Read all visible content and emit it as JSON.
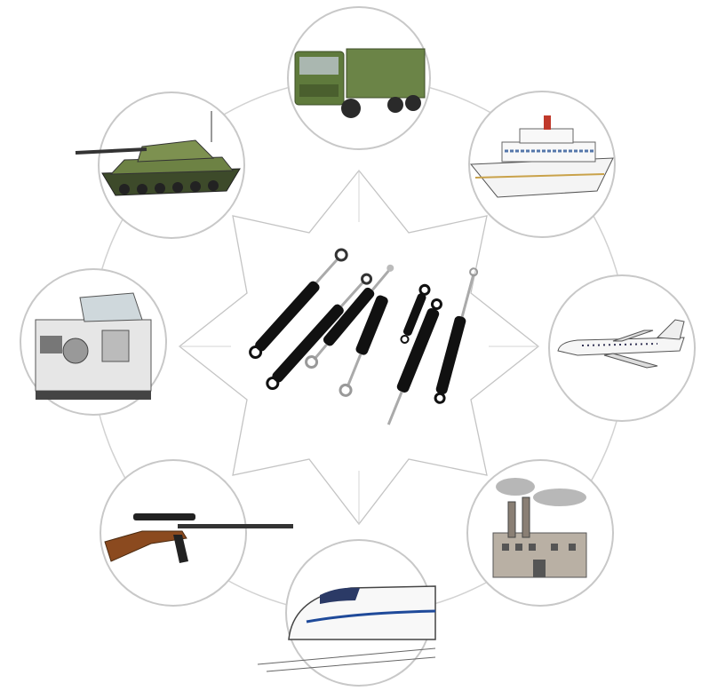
{
  "diagram": {
    "center": {
      "icon": "gas-springs-icon",
      "count": 7
    },
    "applications": [
      {
        "id": "truck",
        "icon": "military-truck-icon"
      },
      {
        "id": "ship",
        "icon": "cruise-ship-icon"
      },
      {
        "id": "airplane",
        "icon": "airplane-icon"
      },
      {
        "id": "factory",
        "icon": "factory-icon"
      },
      {
        "id": "train",
        "icon": "high-speed-train-icon"
      },
      {
        "id": "rifle",
        "icon": "rifle-icon"
      },
      {
        "id": "lathe",
        "icon": "cnc-lathe-icon"
      },
      {
        "id": "tank",
        "icon": "tank-icon"
      }
    ],
    "colors": {
      "ring": "#c8c8c8",
      "spring_body": "#111111",
      "spring_rod": "#b5b5b5",
      "military_green": "#5f7a3c"
    }
  }
}
